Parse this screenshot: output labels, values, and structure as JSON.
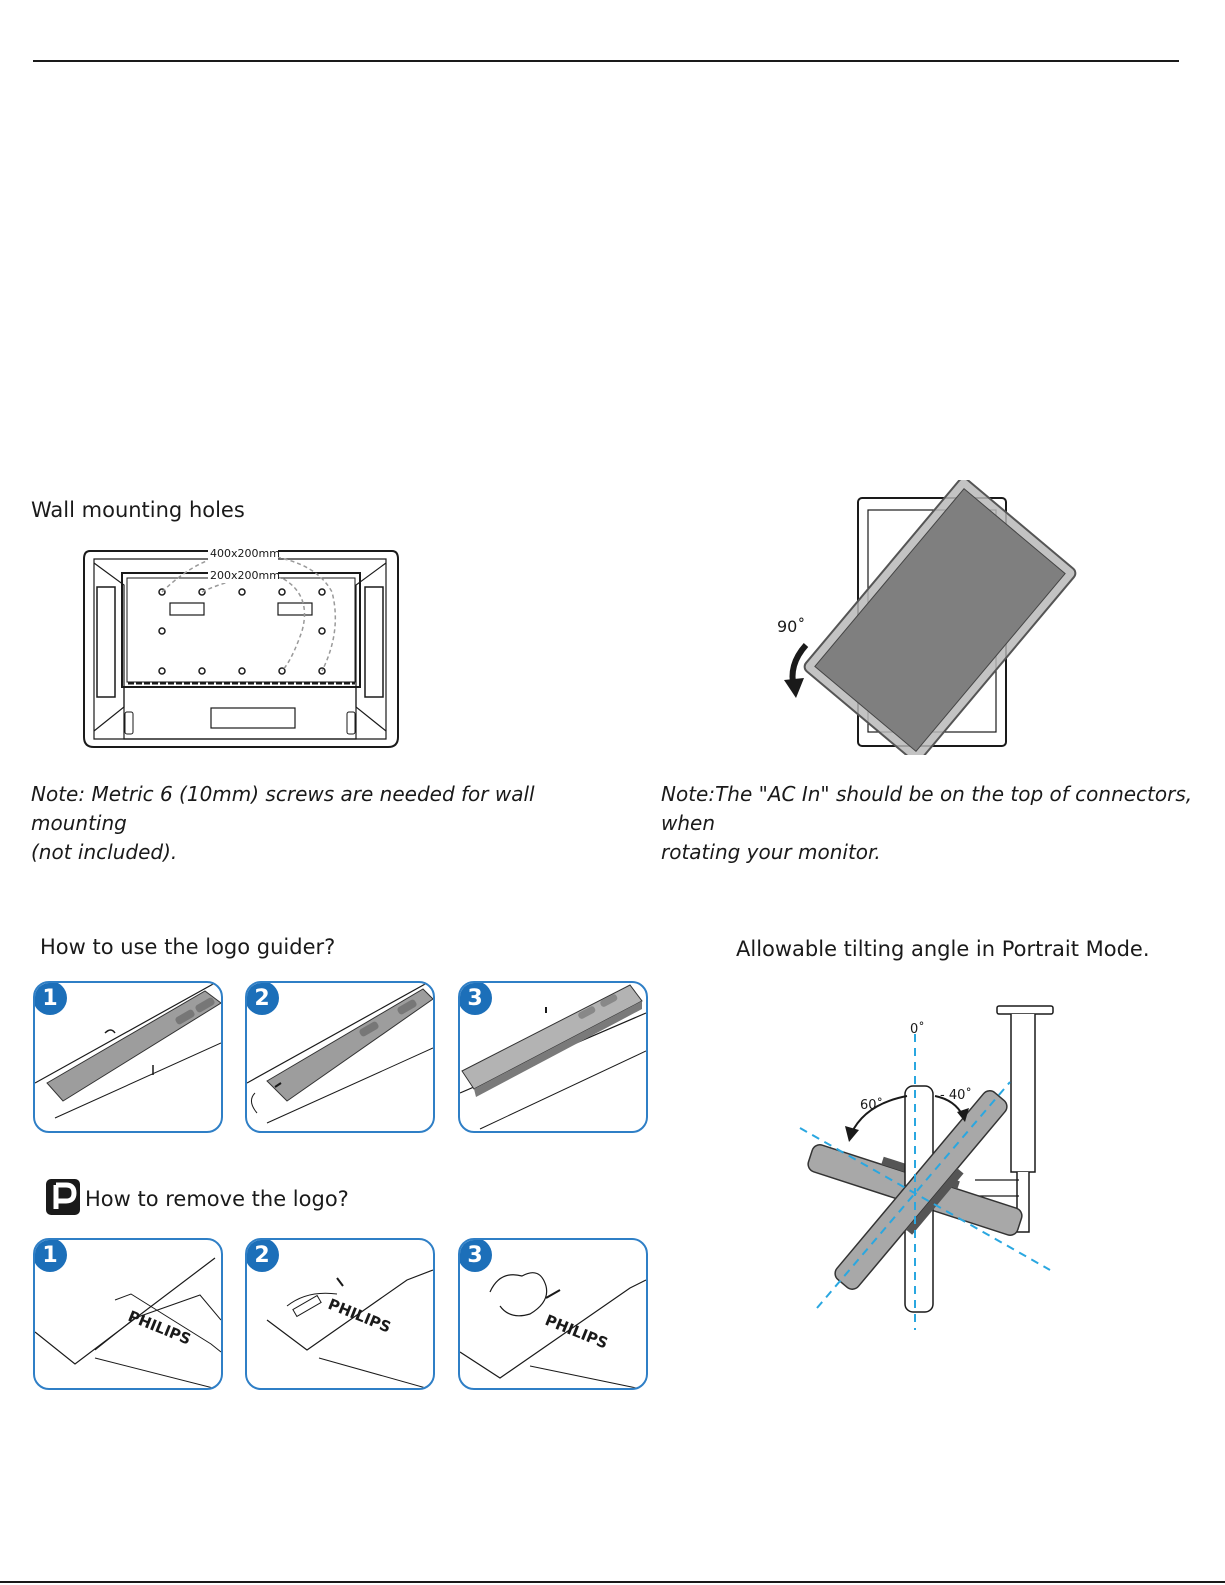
{
  "wall": {
    "heading": "Wall mounting holes",
    "label_outer": "400x200mm",
    "label_inner": "200x200mm",
    "note_line1": "Note: Metric 6 (10mm) screws are needed for wall mounting",
    "note_line2": "(not included)."
  },
  "rotate": {
    "angle": "90˚",
    "note_line1": "Note:The \"AC In\" should be on the top of connectors, when",
    "note_line2": "rotating your monitor."
  },
  "logo_guider": {
    "heading": "How to use the logo guider?",
    "steps": [
      "1",
      "2",
      "3"
    ]
  },
  "logo_remove": {
    "heading": "How to remove the logo?",
    "steps": [
      "1",
      "2",
      "3"
    ],
    "brand": "PHILIPS"
  },
  "tilt": {
    "heading": "Allowable tilting angle in Portrait Mode.",
    "angle_zero": "0˚",
    "angle_left": "60˚",
    "angle_right": "- 40˚"
  },
  "colors": {
    "accent": "#1c6fb9",
    "panel_border": "#2f7fc6",
    "dashed_axis": "#2aa7e0",
    "screen_gray": "#7f7f7f"
  }
}
